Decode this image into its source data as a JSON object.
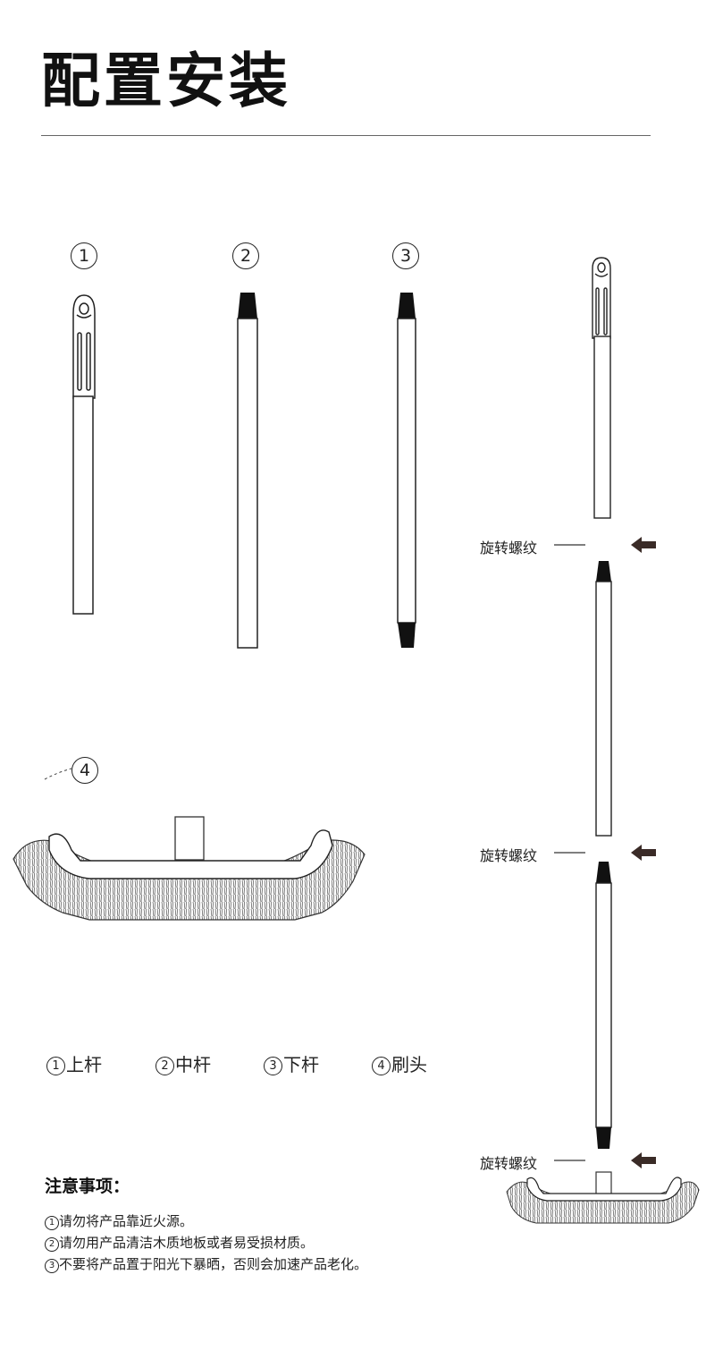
{
  "title": "配置安装",
  "part_numbers": [
    "1",
    "2",
    "3",
    "4"
  ],
  "legend": [
    {
      "num": "1",
      "label": "上杆"
    },
    {
      "num": "2",
      "label": "中杆"
    },
    {
      "num": "3",
      "label": "下杆"
    },
    {
      "num": "4",
      "label": "刷头"
    }
  ],
  "rotate_label": "旋转螺纹",
  "notes": {
    "title": "注意事项：",
    "items": [
      {
        "num": "1",
        "text": "请勿将产品靠近火源。"
      },
      {
        "num": "2",
        "text": "请勿用产品清洁木质地板或者易受损材质。"
      },
      {
        "num": "3",
        "text": "不要将产品置于阳光下暴晒，否则会加速产品老化。"
      }
    ]
  },
  "colors": {
    "arrow": "#3a2b27",
    "line": "#222222",
    "cap": "#111111"
  },
  "icons": [
    "arrow-left-icon"
  ]
}
